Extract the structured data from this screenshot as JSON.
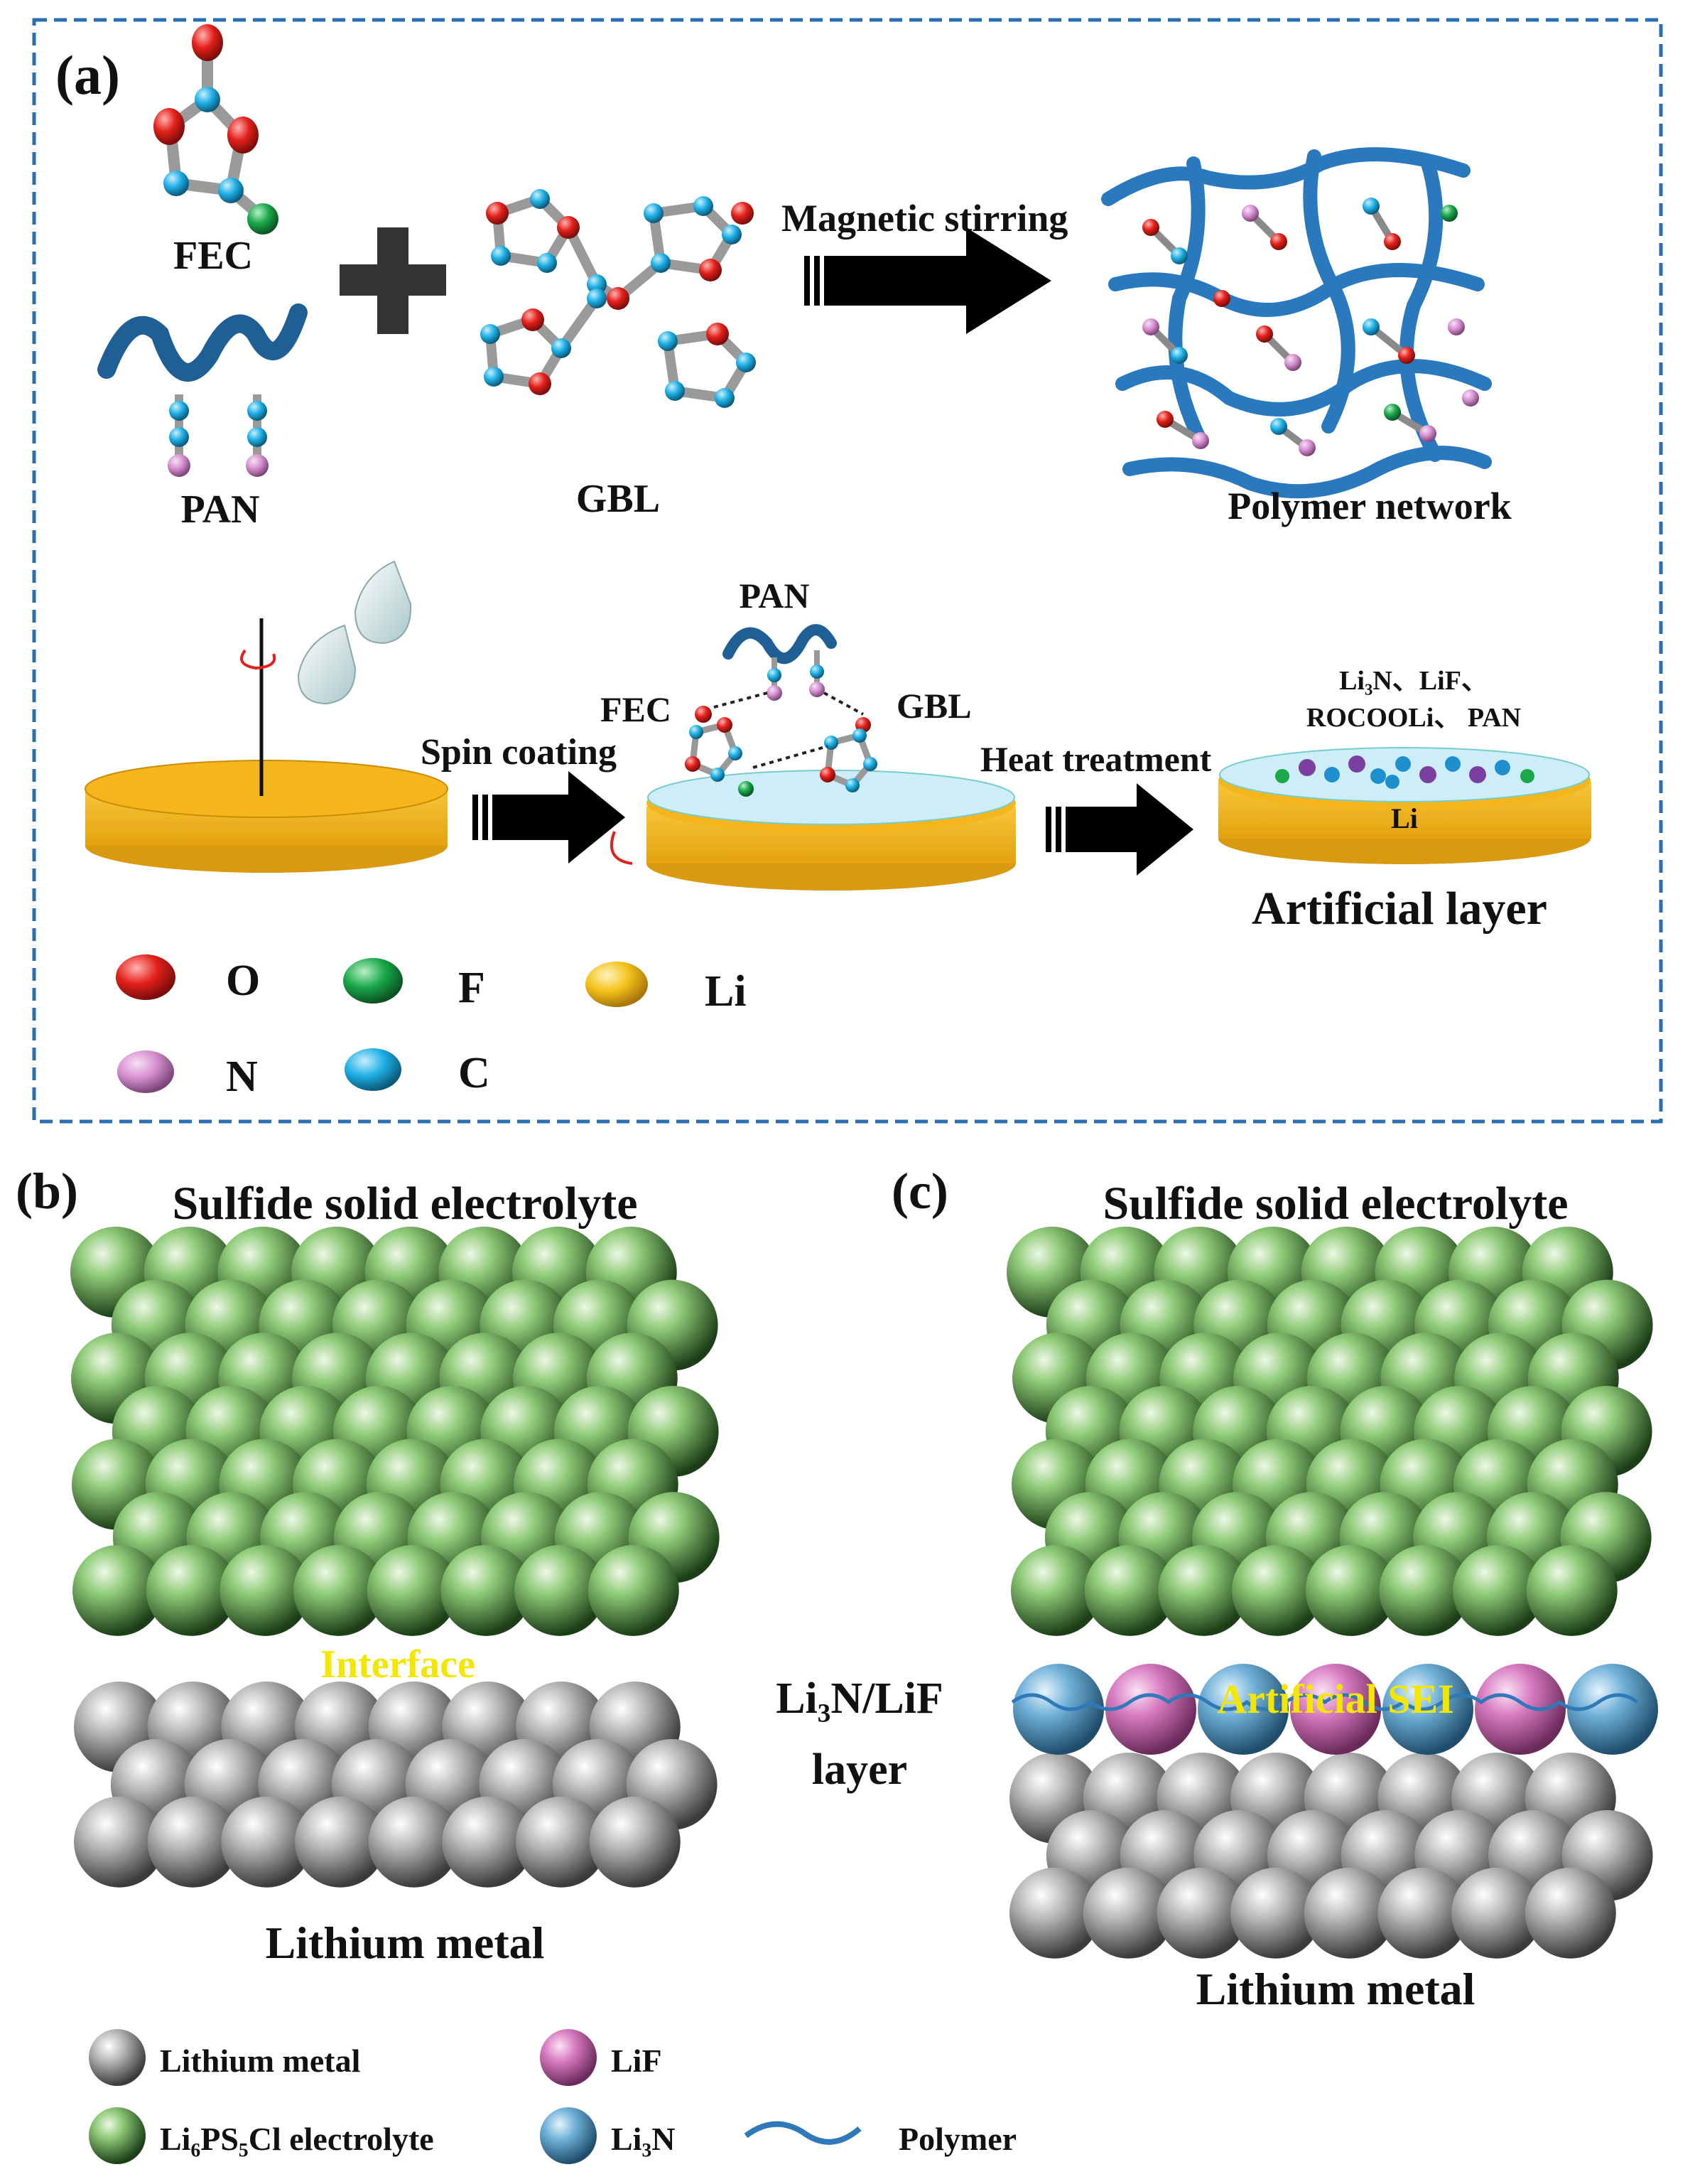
{
  "panel_a": {
    "label": "(a)",
    "fec": "FEC",
    "pan": "PAN",
    "gbl": "GBL",
    "magnetic_stirring": "Magnetic stirring",
    "polymer_network": "Polymer network",
    "spin_coating": "Spin coating",
    "heat_treatment": "Heat treatment",
    "mid_pan": "PAN",
    "mid_fec": "FEC",
    "mid_gbl": "GBL",
    "products_line1": "Li₃N、LiF、",
    "products_line2": "ROCOOLi、 PAN",
    "disk_li": "Li",
    "artificial_layer": "Artificial layer",
    "legend": [
      {
        "symbol": "O",
        "color": "#e3201b"
      },
      {
        "symbol": "F",
        "color": "#1aa84a"
      },
      {
        "symbol": "Li",
        "color": "#f4c21a"
      },
      {
        "symbol": "N",
        "color": "#d68fd0"
      },
      {
        "symbol": "C",
        "color": "#1fb0e6"
      }
    ]
  },
  "panel_b": {
    "label": "(b)",
    "top": "Sulfide solid electrolyte",
    "interface": "Interface",
    "bottom": "Lithium metal"
  },
  "panel_c": {
    "label": "(c)",
    "top": "Sulfide solid electrolyte",
    "sei": "Artificial SEI",
    "bottom": "Lithium metal"
  },
  "middle_label": {
    "line1": "Li₃N/LiF",
    "line2": "layer"
  },
  "bottom_legend": {
    "lithium_metal": "Lithium metal",
    "electrolyte": "Li₆PS₅Cl electrolyte",
    "lif": "LiF",
    "li3n": "Li₃N",
    "polymer": "Polymer"
  },
  "colors": {
    "frame": "#2a6fb3",
    "arrow": "#000000",
    "disk": "#f5b71e",
    "disk_coat": "#cfeef8",
    "green_sphere": "#7fc46b",
    "gray_sphere": "#a7a7a7",
    "pink_sphere": "#e07fc6",
    "blue_sphere": "#6fb3d9",
    "polymer": "#2f79b8",
    "highlight_text": "#f3e600"
  }
}
